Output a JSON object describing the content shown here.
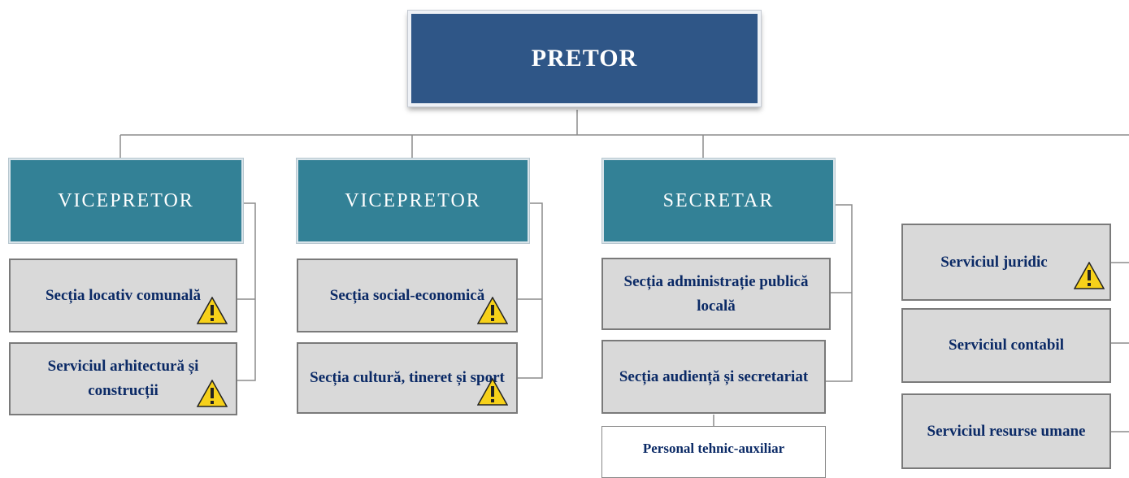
{
  "root": {
    "label": "PRETOR"
  },
  "columns": [
    {
      "head": "VICEPRETOR",
      "units": [
        {
          "label": "Secția locativ comunală",
          "warning": true
        },
        {
          "label": "Serviciul arhitectură și construcții",
          "warning": true
        }
      ]
    },
    {
      "head": "VICEPRETOR",
      "units": [
        {
          "label": "Secția social-economică",
          "warning": true
        },
        {
          "label": "Secția cultură, tineret și sport",
          "warning": true
        }
      ]
    },
    {
      "head": "SECRETAR",
      "units": [
        {
          "label": "Secția administrație publică locală",
          "warning": false
        },
        {
          "label": "Secția audiență și secretariat",
          "warning": false
        },
        {
          "label": "Personal tehnic-auxiliar",
          "warning": false
        }
      ]
    },
    {
      "head": "",
      "units": [
        {
          "label": "Serviciul juridic",
          "warning": true
        },
        {
          "label": "Serviciul contabil",
          "warning": false
        },
        {
          "label": "Serviciul resurse umane",
          "warning": false
        }
      ]
    }
  ],
  "colors": {
    "root_fill": "#2f5687",
    "head_fill": "#338196",
    "unit_fill": "#d9d9d9",
    "unit_text": "#0b2a66",
    "connector": "#8c8c8c",
    "warning_fill": "#f7d11a"
  },
  "icons": {
    "warning": "warning-triangle-icon"
  }
}
